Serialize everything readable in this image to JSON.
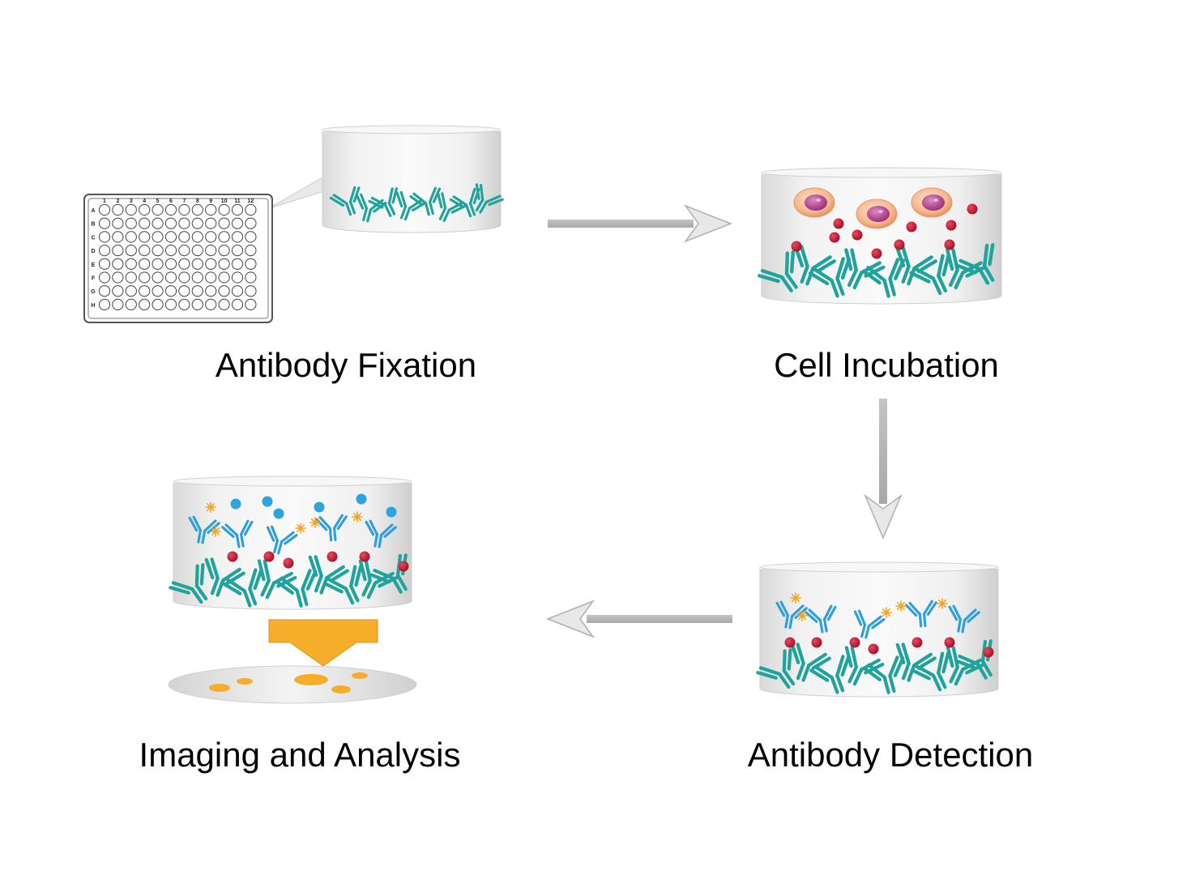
{
  "steps": [
    {
      "id": "fixation",
      "label": "Antibody Fixation"
    },
    {
      "id": "incubation",
      "label": "Cell Incubation"
    },
    {
      "id": "detection",
      "label": "Antibody Detection"
    },
    {
      "id": "imaging",
      "label": "Imaging and Analysis"
    }
  ],
  "plate": {
    "columns": [
      "1",
      "2",
      "3",
      "4",
      "5",
      "6",
      "7",
      "8",
      "9",
      "10",
      "11",
      "12"
    ],
    "rows": [
      "A",
      "B",
      "C",
      "D",
      "E",
      "F",
      "G",
      "H"
    ]
  },
  "colors": {
    "capture_antibody": "#1fa39a",
    "detection_antibody": "#2f9fd8",
    "antigen": "#c8102e",
    "label_star": "#f5a623",
    "blue_particle": "#2ea3dd",
    "cell_outer": "#f6b98f",
    "cell_nucleus": "#b2438f",
    "arrow": "#bdbdbd",
    "funnel": "#f5ad2a"
  }
}
